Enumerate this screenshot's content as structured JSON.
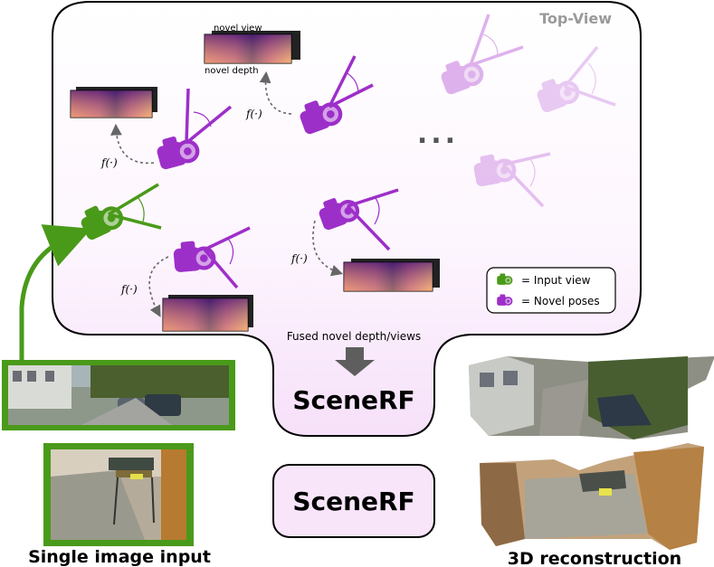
{
  "topview_label": "Top-View",
  "novel_view_label": "novel view",
  "novel_depth_label": "novel depth",
  "function_label": "f(·)",
  "ellipsis": "...",
  "legend": {
    "input_view": "= Input view",
    "novel_poses": "= Novel poses"
  },
  "fused_label": "Fused novel depth/views",
  "scenerf_label_1": "SceneRF",
  "scenerf_label_2": "SceneRF",
  "single_image_input_label": "Single image input",
  "reconstruction_label": "3D reconstruction",
  "colors": {
    "green": "#4a9a1a",
    "purple": "#9d2fc9",
    "purple_faint": "#e8bdf0",
    "panel_fill_top": "#ffffff",
    "panel_fill_bottom": "#f7e3fa",
    "gray_arrow": "#555555"
  }
}
